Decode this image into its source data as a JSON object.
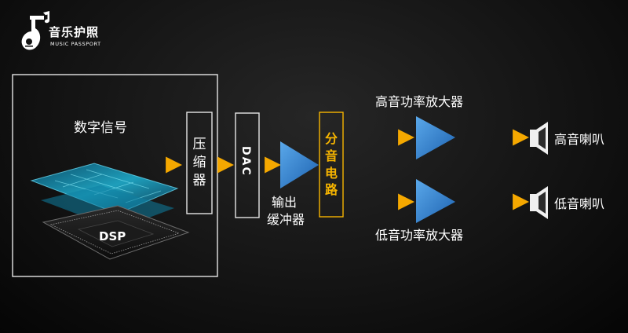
{
  "logo": {
    "name_cn": "音乐护照",
    "name_en": "MUSIC PASSPORT"
  },
  "diagram": {
    "input_label": "数字信号",
    "chip_label": "DSP",
    "compressor_chars": [
      "压",
      "缩",
      "器"
    ],
    "dac_label": "DAC",
    "buffer_line1": "输出",
    "buffer_line2": "缓冲器",
    "divider_chars": [
      "分",
      "音",
      "电",
      "路"
    ],
    "high_amp_label": "高音功率放大器",
    "low_amp_label": "低音功率放大器",
    "high_speaker_label": "高音喇叭",
    "low_speaker_label": "低音喇叭"
  },
  "colors": {
    "arrow": "#f5a800",
    "triangle": "#2f83d0",
    "highlight_text": "#f7b500",
    "box_border": "#e6e6e6"
  }
}
